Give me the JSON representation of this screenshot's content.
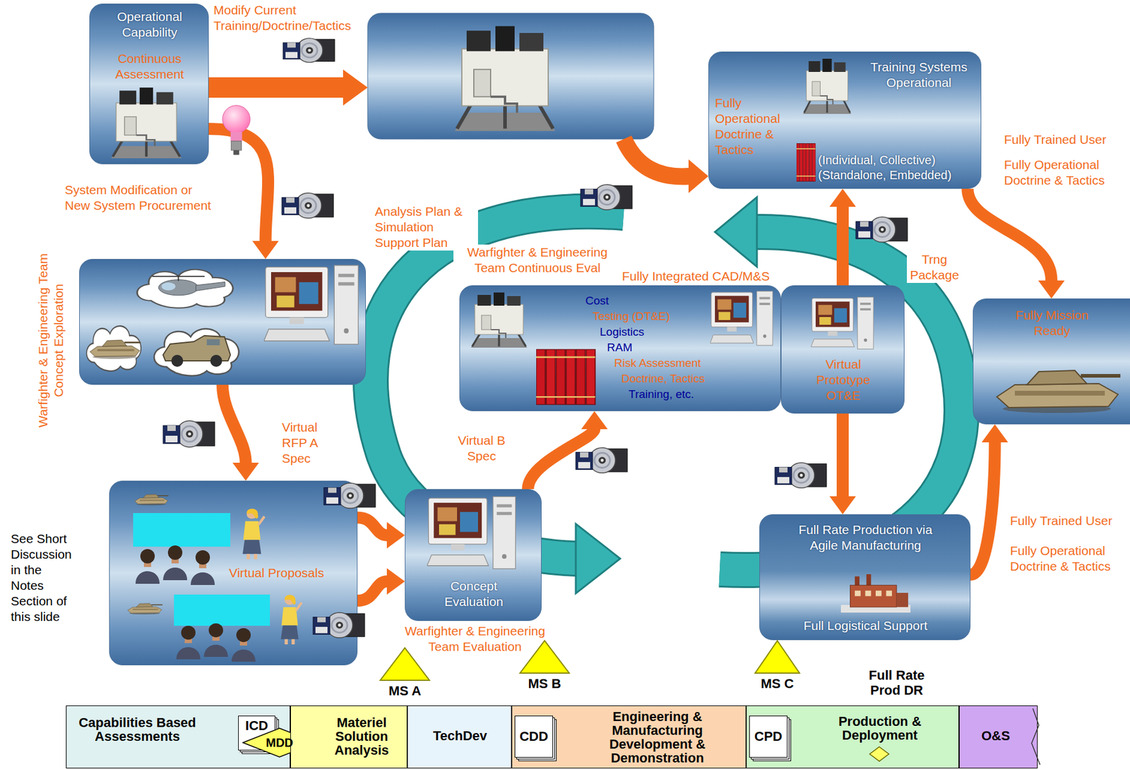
{
  "diagram": {
    "nodes": [
      {
        "text": [
          "Operational Capability",
          "Continuous Assessment"
        ]
      },
      {
        "text": [
          "Training Systems Operational",
          "Fully Operational Doctrine & Tactics",
          "(Individual, Collective) (Standalone, Embedded)"
        ]
      },
      {
        "text": [
          "Warfighter & Engineering Team Concept Exploration"
        ]
      },
      {
        "text": [
          "Virtual Proposals"
        ]
      },
      {
        "text": [
          "Concept Evaluation"
        ]
      },
      {
        "text": [
          "Cost",
          "Testing (DT&E)",
          "Logistics",
          "RAM",
          "Risk Assessment",
          "Doctrine, Tactics",
          "Training, etc."
        ]
      },
      {
        "text": [
          "Virtual Prototype OT&E"
        ]
      },
      {
        "text": [
          "Fully Mission Ready"
        ]
      },
      {
        "text": [
          "Full Rate Production via Agile Manufacturing",
          "Full Logistical Support"
        ]
      },
      {
        "text": [
          "Capabilities Based Assessments"
        ]
      },
      {
        "text": [
          "ICD"
        ],
        "in": 9
      },
      {
        "text": [
          "MDD"
        ]
      },
      {
        "text": [
          "Materiel Solution Analysis"
        ]
      },
      {
        "text": [
          "TechDev"
        ]
      },
      {
        "text": [
          "Engineering & Manufacturing Development & Demonstration"
        ]
      },
      {
        "text": [
          "CDD"
        ],
        "in": 14
      },
      {
        "text": [
          "Production & Deployment"
        ]
      },
      {
        "text": [
          "CPD"
        ],
        "in": 16
      },
      {
        "text": [
          "O&S"
        ]
      }
    ],
    "edges": [
      {
        "from": 0,
        "to": 2,
        "arrow": "to"
      },
      {
        "from": 2,
        "to": 3,
        "arrow": "to"
      },
      {
        "from": 3,
        "to": 4,
        "arrow": "to"
      },
      {
        "from": 3,
        "to": 4,
        "arrow": "to"
      },
      {
        "from": 4,
        "to": 5,
        "arrow": "to"
      },
      {
        "from": 6,
        "to": 1,
        "arrow": "to"
      },
      {
        "from": 6,
        "to": 8,
        "arrow": "to"
      },
      {
        "from": 8,
        "to": 7,
        "arrow": "to"
      },
      {
        "from": 1,
        "to": 7,
        "arrow": "to"
      }
    ],
    "labels": [
      "Modify Current Training/Doctrine/Tactics",
      "System Modification or New System Procurement",
      "Analysis Plan & Simulation Support Plan",
      "Warfighter & Engineering Team Continuous Eval",
      "Fully Integrated CAD/M&S",
      "Trng Package",
      "Fully Trained User",
      "Fully Operational Doctrine & Tactics",
      "Virtual RFP A Spec",
      "Virtual B Spec",
      "Fully Trained User",
      "Fully Operational Doctrine & Tactics",
      "See Short Discussion in the Notes Section of this slide",
      "Warfighter & Engineering Team Evaluation",
      "MS A",
      "MS B",
      "MS C",
      "Full Rate Prod DR"
    ]
  }
}
